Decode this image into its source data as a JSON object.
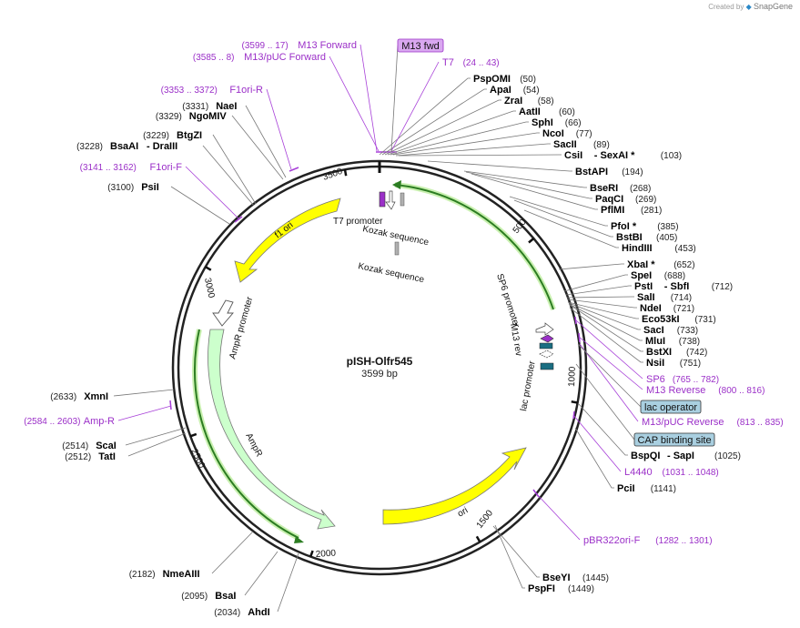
{
  "brand": {
    "created_by": "Created by",
    "product": "SnapGene"
  },
  "plasmid": {
    "name": "pISH-Olfr545",
    "size": "3599 bp"
  },
  "ticks": [
    "500",
    "1000",
    "1500",
    "2000",
    "2500",
    "3000",
    "3500"
  ],
  "enzymes": [
    {
      "name": "PspOMI",
      "pos": "(50)"
    },
    {
      "name": "ApaI",
      "pos": "(54)"
    },
    {
      "name": "ZraI",
      "pos": "(58)"
    },
    {
      "name": "AatII",
      "pos": "(60)"
    },
    {
      "name": "SphI",
      "pos": "(66)"
    },
    {
      "name": "NcoI",
      "pos": "(77)"
    },
    {
      "name": "SacII",
      "pos": "(89)"
    },
    {
      "name": "CsiI",
      "name2": "- SexAI *",
      "pos": "(103)"
    },
    {
      "name": "BstAPI",
      "pos": "(194)"
    },
    {
      "name": "BseRI",
      "pos": "(268)"
    },
    {
      "name": "PaqCI",
      "pos": "(269)"
    },
    {
      "name": "PflMI",
      "pos": "(281)"
    },
    {
      "name": "PfoI *",
      "pos": "(385)"
    },
    {
      "name": "BstBI",
      "pos": "(405)"
    },
    {
      "name": "HindIII",
      "pos": "(453)"
    },
    {
      "name": "XbaI *",
      "pos": "(652)"
    },
    {
      "name": "SpeI",
      "pos": "(688)"
    },
    {
      "name": "PstI",
      "name2": "- SbfI",
      "pos": "(712)"
    },
    {
      "name": "SalI",
      "pos": "(714)"
    },
    {
      "name": "NdeI",
      "pos": "(721)"
    },
    {
      "name": "Eco53kI",
      "pos": "(731)"
    },
    {
      "name": "SacI",
      "pos": "(733)"
    },
    {
      "name": "MluI",
      "pos": "(738)"
    },
    {
      "name": "BstXI",
      "pos": "(742)"
    },
    {
      "name": "NsiI",
      "pos": "(751)"
    },
    {
      "name": "BspQI",
      "name2": "- SapI",
      "pos": "(1025)"
    },
    {
      "name": "PciI",
      "pos": "(1141)"
    },
    {
      "name": "BseYI",
      "pos": "(1445)"
    },
    {
      "name": "PspFI",
      "pos": "(1449)"
    },
    {
      "name": "AhdI",
      "pos": "(2034)"
    },
    {
      "name": "BsaI",
      "pos": "(2095)"
    },
    {
      "name": "NmeAIII",
      "pos": "(2182)"
    },
    {
      "name": "TatI",
      "pos": "(2512)"
    },
    {
      "name": "ScaI",
      "pos": "(2514)"
    },
    {
      "name": "XmnI",
      "pos": "(2633)"
    },
    {
      "name": "PsiI",
      "pos": "(3100)"
    },
    {
      "name": "BsaAI",
      "name2": "- DraIII",
      "pos": "(3228)"
    },
    {
      "name": "BtgZI",
      "pos": "(3229)"
    },
    {
      "name": "NgoMIV",
      "pos": "(3329)"
    },
    {
      "name": "NaeI",
      "pos": "(3331)"
    }
  ],
  "primers": [
    {
      "name": "M13 Forward",
      "range": "(3599 .. 17)"
    },
    {
      "name": "M13/pUC Forward",
      "range": "(3585 .. 8)"
    },
    {
      "name": "T7",
      "range": "(24 .. 43)"
    },
    {
      "name": "F1ori-R",
      "range": "(3353 .. 3372)"
    },
    {
      "name": "F1ori-F",
      "range": "(3141 .. 3162)"
    },
    {
      "name": "SP6",
      "range": "(765 .. 782)"
    },
    {
      "name": "M13 Reverse",
      "range": "(800 .. 816)"
    },
    {
      "name": "M13/pUC Reverse",
      "range": "(813 .. 835)"
    },
    {
      "name": "L4440",
      "range": "(1031 .. 1048)"
    },
    {
      "name": "pBR322ori-F",
      "range": "(1282 .. 1301)"
    },
    {
      "name": "Amp-R",
      "range": "(2584 .. 2603)"
    }
  ],
  "boxes": [
    {
      "label": "M13 fwd",
      "fill": "#d9a8f0",
      "stroke": "#9b30c8"
    },
    {
      "label": "lac operator",
      "fill": "#a9cfe0",
      "stroke": "#333333"
    },
    {
      "label": "CAP binding site",
      "fill": "#a9cfe0",
      "stroke": "#333333"
    }
  ],
  "features": [
    {
      "label": "T7 promoter"
    },
    {
      "label": "Kozak sequence"
    },
    {
      "label": "Kozak sequence"
    },
    {
      "label": "SP6 promoter"
    },
    {
      "label": "M13 rev"
    },
    {
      "label": "lac promoter"
    },
    {
      "label": "ori"
    },
    {
      "label": "AmpR"
    },
    {
      "label": "AmpR promoter"
    },
    {
      "label": "f1 ori"
    }
  ],
  "colors": {
    "backbone": "#222222",
    "primer": "#9b30c8",
    "ori": "#ffff00",
    "ampr": "#ccffcc",
    "promoter": "#ffffff",
    "green_arc": "#31a82c",
    "lac_op": "#1a6e82",
    "kozak": "#b0b0b0"
  }
}
